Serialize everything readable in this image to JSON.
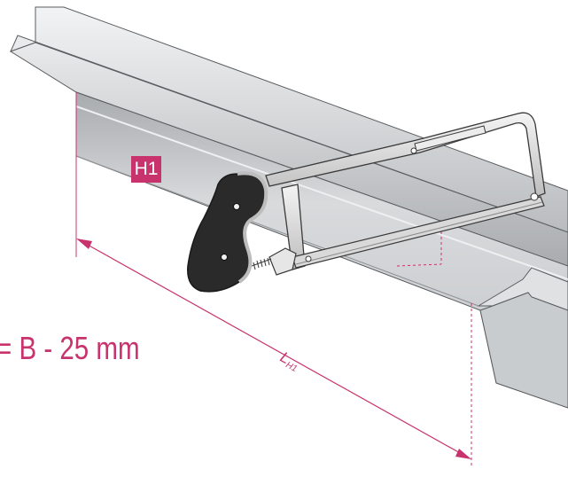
{
  "diagram": {
    "part_label": "H1",
    "formula": "= B - 25 mm",
    "dimension": {
      "symbol": "L",
      "subscript": "H1"
    },
    "colors": {
      "accent": "#c8336e",
      "rail_light": "#e4e6e8",
      "rail_mid": "#c4c7ca",
      "rail_dark": "#9a9ea2",
      "outline": "#3a3a3a",
      "handle": "#2a2a2a"
    },
    "icons": [
      "hacksaw-icon"
    ]
  }
}
